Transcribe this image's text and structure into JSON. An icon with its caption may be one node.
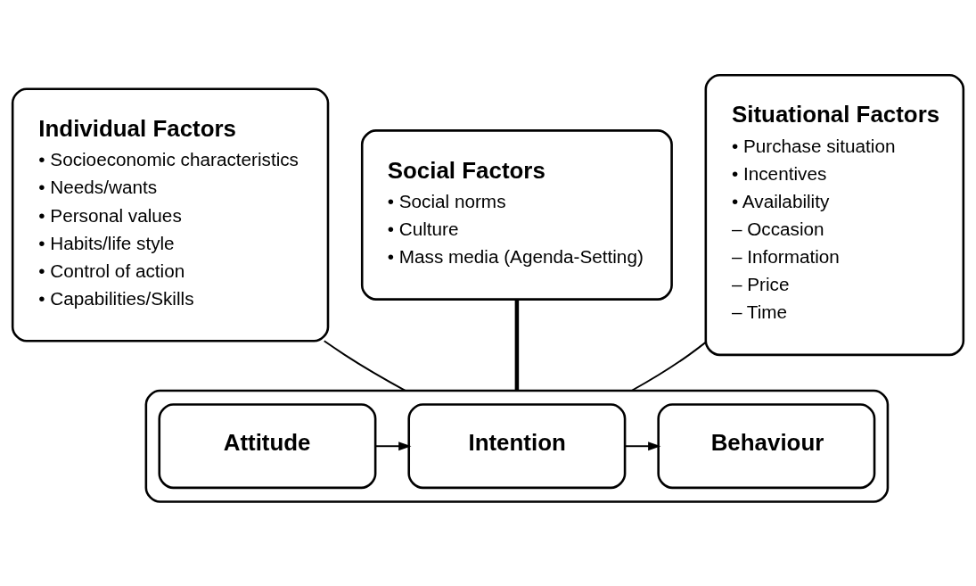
{
  "diagram": {
    "nodes": [
      {
        "text": [
          "Individual Factors",
          "• Socioeconomic characteristics",
          "• Needs/wants",
          "• Personal values",
          "• Habits/life style",
          "• Control of action",
          "• Capabilities/Skills"
        ]
      },
      {
        "text": [
          "Social Factors",
          "• Social norms",
          "• Culture",
          "• Mass media (Agenda-Setting)"
        ]
      },
      {
        "text": [
          "Situational Factors",
          "• Purchase situation",
          "• Incentives",
          "• Availability",
          "– Occasion",
          "– Information",
          "– Price",
          "– Time"
        ]
      },
      {
        "text": [],
        "shape": "box"
      },
      {
        "text": [
          "Attitude"
        ],
        "in": 3
      },
      {
        "text": [
          "Intention"
        ],
        "in": 3
      },
      {
        "text": [
          "Behaviour"
        ],
        "in": 3
      }
    ],
    "edges": [
      {
        "from": 0,
        "to": 3,
        "arrow": "none"
      },
      {
        "from": 1,
        "to": 3,
        "arrow": "none",
        "style": "thick"
      },
      {
        "from": 2,
        "to": 3,
        "arrow": "none"
      },
      {
        "from": 4,
        "to": 5,
        "arrow": "to"
      },
      {
        "from": 5,
        "to": 6,
        "arrow": "to"
      }
    ]
  }
}
